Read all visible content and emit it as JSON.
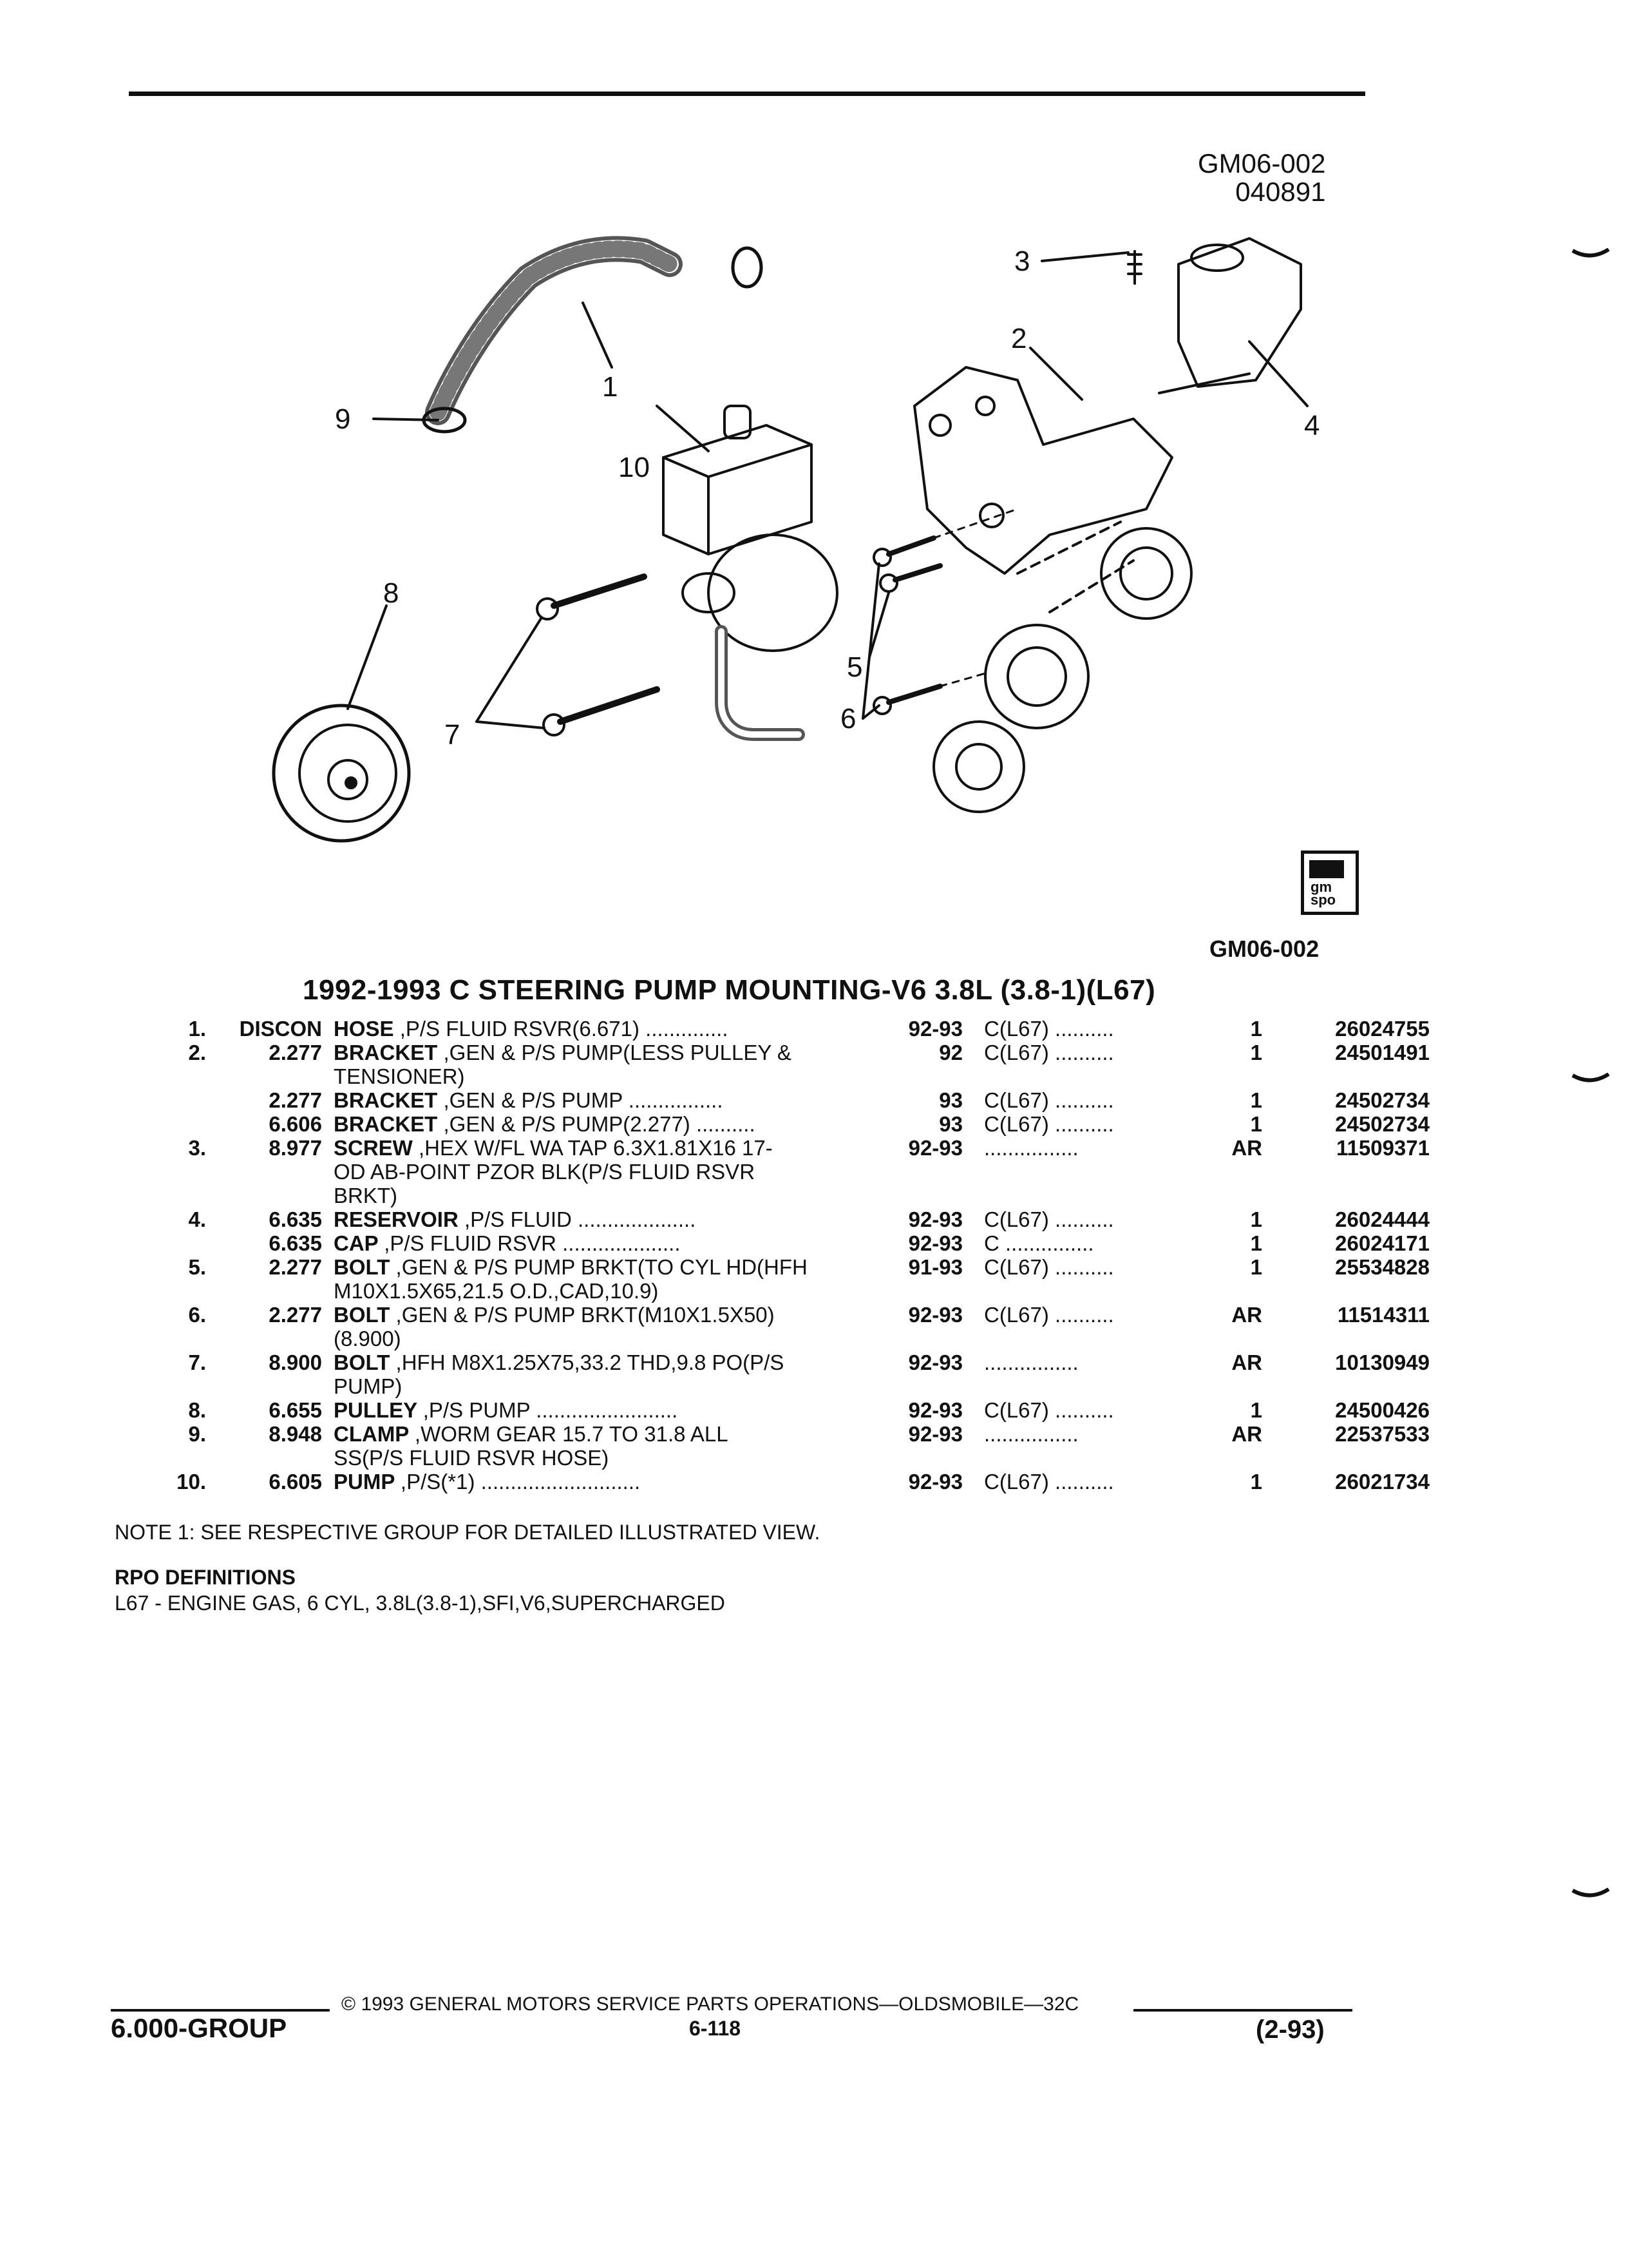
{
  "header": {
    "code": "GM06-002",
    "date_code": "040891"
  },
  "diagram": {
    "callouts": [
      "1",
      "2",
      "3",
      "4",
      "5",
      "6",
      "7",
      "8",
      "9",
      "10"
    ],
    "figure_label": "GM06-002",
    "logo_text": "gm spo"
  },
  "title": "1992-1993 C STEERING PUMP MOUNTING-V6 3.8L (3.8-1)(L67)",
  "parts": [
    {
      "idx": "1.",
      "group": "DISCON",
      "name": "HOSE",
      "desc": ",P/S FLUID RSVR(6.671) ..............",
      "years": "92-93",
      "model": "C(L67) ..........",
      "qty": "1",
      "pn": "26024755"
    },
    {
      "idx": "2.",
      "group": "2.277",
      "name": "BRACKET",
      "desc": ",GEN & P/S PUMP(LESS PULLEY &\nTENSIONER)",
      "years": "92",
      "model": "C(L67) ..........",
      "qty": "1",
      "pn": "24501491"
    },
    {
      "idx": "",
      "group": "2.277",
      "name": "BRACKET",
      "desc": ",GEN & P/S PUMP ................",
      "years": "93",
      "model": "C(L67) ..........",
      "qty": "1",
      "pn": "24502734"
    },
    {
      "idx": "",
      "group": "6.606",
      "name": "BRACKET",
      "desc": ",GEN & P/S PUMP(2.277) ..........",
      "years": "93",
      "model": "C(L67) ..........",
      "qty": "1",
      "pn": "24502734"
    },
    {
      "idx": "3.",
      "group": "8.977",
      "name": "SCREW",
      "desc": ",HEX W/FL WA TAP 6.3X1.81X16 17-\nOD AB-POINT PZOR BLK(P/S FLUID RSVR\nBRKT)",
      "years": "92-93",
      "model": "................",
      "qty": "AR",
      "pn": "11509371"
    },
    {
      "idx": "4.",
      "group": "6.635",
      "name": "RESERVOIR",
      "desc": ",P/S FLUID ....................",
      "years": "92-93",
      "model": "C(L67) ..........",
      "qty": "1",
      "pn": "26024444"
    },
    {
      "idx": "",
      "group": "6.635",
      "name": "CAP",
      "desc": ",P/S FLUID RSVR ....................",
      "years": "92-93",
      "model": "C ...............",
      "qty": "1",
      "pn": "26024171"
    },
    {
      "idx": "5.",
      "group": "2.277",
      "name": "BOLT",
      "desc": ",GEN & P/S PUMP BRKT(TO CYL HD(HFH\nM10X1.5X65,21.5 O.D.,CAD,10.9)",
      "years": "91-93",
      "model": "C(L67) ..........",
      "qty": "1",
      "pn": "25534828"
    },
    {
      "idx": "6.",
      "group": "2.277",
      "name": "BOLT",
      "desc": ",GEN & P/S PUMP BRKT(M10X1.5X50)\n(8.900)",
      "years": "92-93",
      "model": "C(L67) ..........",
      "qty": "AR",
      "pn": "11514311"
    },
    {
      "idx": "7.",
      "group": "8.900",
      "name": "BOLT",
      "desc": ",HFH M8X1.25X75,33.2 THD,9.8 PO(P/S\nPUMP)",
      "years": "92-93",
      "model": "................",
      "qty": "AR",
      "pn": "10130949"
    },
    {
      "idx": "8.",
      "group": "6.655",
      "name": "PULLEY",
      "desc": ",P/S PUMP ........................",
      "years": "92-93",
      "model": "C(L67) ..........",
      "qty": "1",
      "pn": "24500426"
    },
    {
      "idx": "9.",
      "group": "8.948",
      "name": "CLAMP",
      "desc": ",WORM GEAR 15.7 TO 31.8 ALL\nSS(P/S FLUID RSVR HOSE)",
      "years": "92-93",
      "model": "................",
      "qty": "AR",
      "pn": "22537533"
    },
    {
      "idx": "10.",
      "group": "6.605",
      "name": "PUMP",
      "desc": ",P/S(*1) ...........................",
      "years": "92-93",
      "model": "C(L67) ..........",
      "qty": "1",
      "pn": "26021734"
    }
  ],
  "note": "NOTE  1:  SEE RESPECTIVE GROUP FOR DETAILED ILLUSTRATED VIEW.",
  "rpo": {
    "heading": "RPO DEFINITIONS",
    "items": [
      "L67 - ENGINE GAS, 6 CYL, 3.8L(3.8-1),SFI,V6,SUPERCHARGED"
    ]
  },
  "footer": {
    "copyright": "©  1993  GENERAL MOTORS SERVICE PARTS OPERATIONS—OLDSMOBILE—32C",
    "group": "6.000-GROUP",
    "page": "6-118",
    "date": "(2-93)"
  }
}
